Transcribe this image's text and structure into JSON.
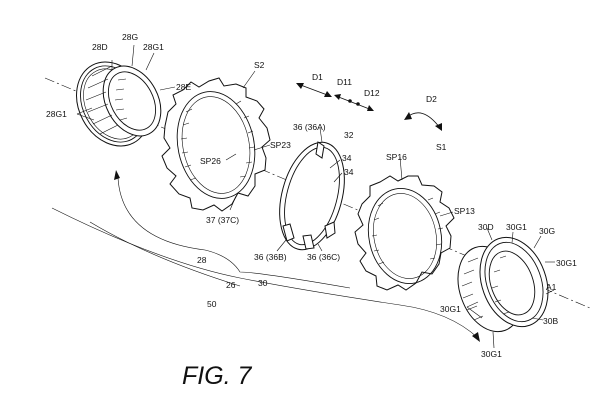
{
  "figure": {
    "caption": "FIG. 7"
  },
  "labels": {
    "l28D": "28D",
    "l28G": "28G",
    "l28G1_top": "28G1",
    "l28E": "28E",
    "l28G1_left": "28G1",
    "lS2": "S2",
    "lSP26": "SP26",
    "lSP23": "SP23",
    "l37": "37 (37C)",
    "lD1": "D1",
    "lD11": "D11",
    "lD12": "D12",
    "lD2": "D2",
    "l36A": "36 (36A)",
    "l32": "32",
    "l34a": "34",
    "l34b": "34",
    "l36B": "36 (36B)",
    "l36C": "36 (36C)",
    "lS1": "S1",
    "lSP16": "SP16",
    "lSP13": "SP13",
    "l30D": "30D",
    "l30G1_a": "30G1",
    "l30G": "30G",
    "l30G1_b": "30G1",
    "lA1": "A1",
    "l30G1_c": "30G1",
    "l30B": "30B",
    "l30G1_d": "30G1",
    "l28": "28",
    "l26": "26",
    "l30": "30",
    "l50": "50"
  }
}
